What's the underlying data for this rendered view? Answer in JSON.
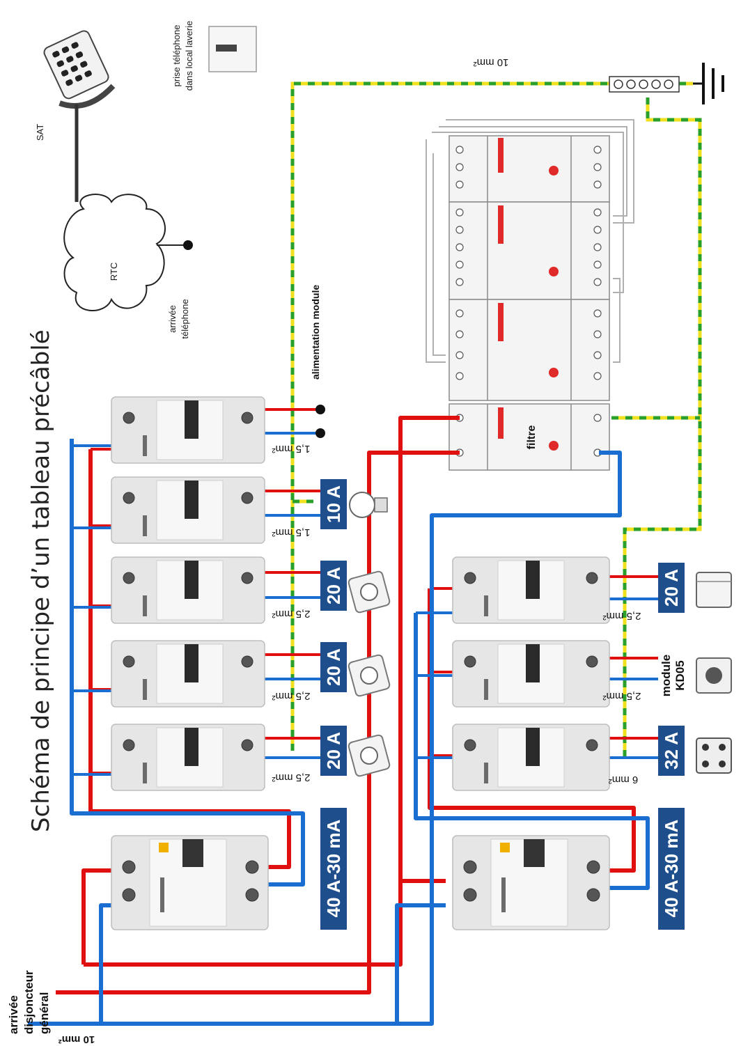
{
  "title": "Schéma de principe d’un tableau précâblé",
  "incoming": {
    "label_line1": "arrivée",
    "label_line2": "disjoncteur",
    "label_line3": "général",
    "cable": "10 mm²"
  },
  "rcds": [
    {
      "rating": "40 A-30 mA"
    },
    {
      "rating": "40 A-30 mA"
    }
  ],
  "breakers_group1": [
    {
      "rating": "20 A",
      "section": "2,5 mm²"
    },
    {
      "rating": "20 A",
      "section": "2,5 mm²"
    },
    {
      "rating": "20 A",
      "section": "2,5 mm²"
    },
    {
      "rating": "10 A",
      "section": "1,5 mm²"
    },
    {
      "rating": "",
      "section": "1,5 mm²"
    }
  ],
  "breakers_group2": [
    {
      "rating": "32 A",
      "section": "6 mm²"
    },
    {
      "rating": "",
      "section": "2,5 mm²"
    },
    {
      "rating": "20 A",
      "section": "2,5 mm²"
    }
  ],
  "module_label": {
    "line1": "module",
    "line2": "KD05"
  },
  "alimentation": "alimentation module",
  "filter_label": "filtre",
  "earth_cable": "10 mm²",
  "telephone": {
    "arrival_line1": "arrivée",
    "arrival_line2": "téléphone",
    "network": "RTC",
    "device": "SAT",
    "socket_line1": "prise téléphone",
    "socket_line2": "dans local laverie"
  },
  "colors": {
    "phase": "#e01010",
    "neutral": "#1a6ed1",
    "earth_green": "#2aa02a",
    "earth_yellow": "#f0e020",
    "label_box": "#1f4e8c"
  }
}
